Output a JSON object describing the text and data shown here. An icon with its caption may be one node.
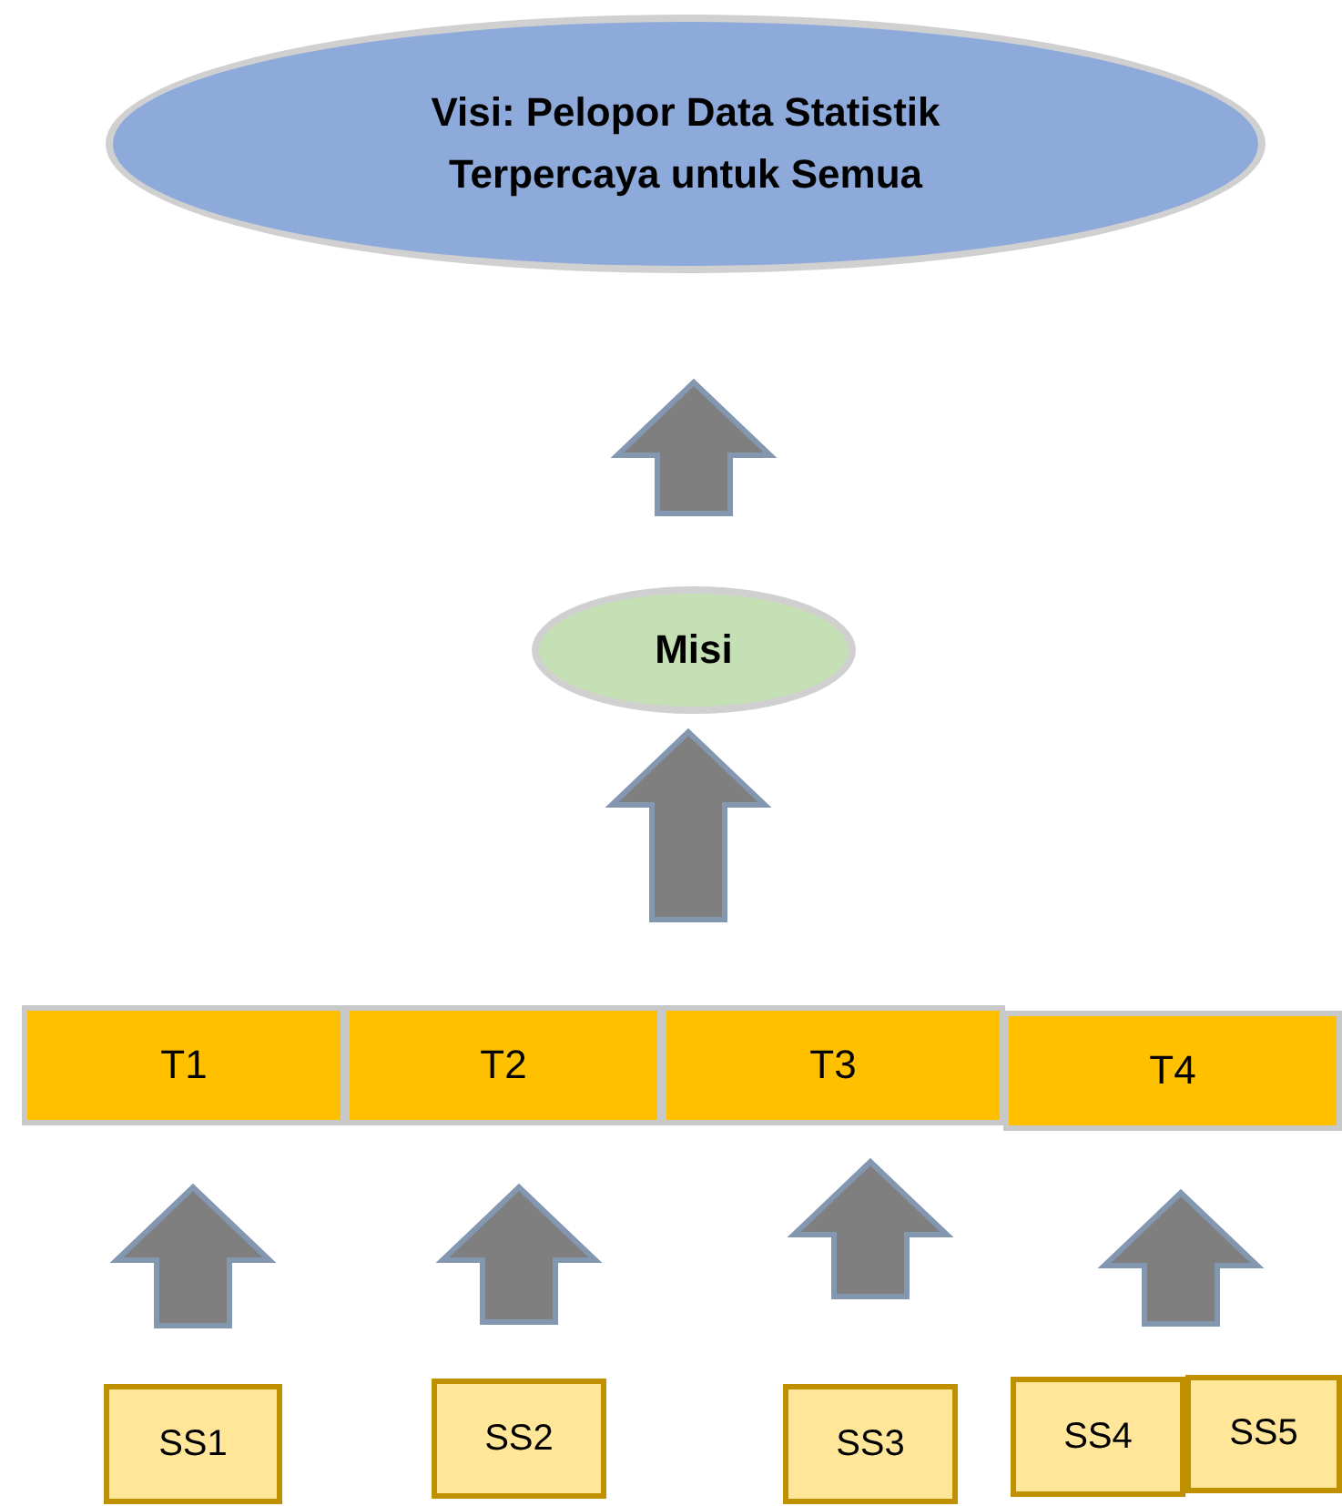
{
  "diagram": {
    "nodes": [
      {
        "text": [
          "**Visi:** Pelopor Data Statistik Terpercaya untuk Semua"
        ]
      },
      {
        "text": [
          "Misi"
        ]
      },
      {
        "text": [
          "T1"
        ]
      },
      {
        "text": [
          "T2"
        ]
      },
      {
        "text": [
          "T3"
        ]
      },
      {
        "text": [
          "T4"
        ]
      },
      {
        "text": [
          "SS1"
        ]
      },
      {
        "text": [
          "SS2"
        ]
      },
      {
        "text": [
          "SS3"
        ]
      },
      {
        "text": [
          "SS4"
        ]
      },
      {
        "text": [
          "SS5"
        ]
      }
    ],
    "edges": [
      {
        "from": 1,
        "to": 0,
        "arrow": "to",
        "style": "thick"
      },
      {
        "from": null,
        "to": 1,
        "arrow": "to",
        "style": "thick"
      },
      {
        "from": 6,
        "to": 2,
        "arrow": "to",
        "style": "thick"
      },
      {
        "from": 7,
        "to": 3,
        "arrow": "to",
        "style": "thick"
      },
      {
        "from": 8,
        "to": 4,
        "arrow": "to",
        "style": "thick"
      },
      {
        "from": 9,
        "to": 5,
        "arrow": "to",
        "style": "thick"
      },
      {
        "from": 10,
        "to": 5,
        "arrow": "to",
        "style": "thick"
      }
    ]
  }
}
